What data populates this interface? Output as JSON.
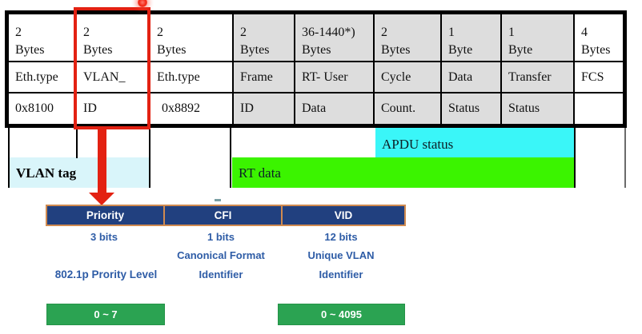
{
  "palette": {
    "table_shading_gray": "#dddddd",
    "highlight_red": "#e32112",
    "apdu_band_cyan": "#3af6f8",
    "rt_band_green": "#3bf400",
    "vlan_band_pale_cyan": "#d9f5fa",
    "detail_header_navy": "#21407f",
    "detail_header_border_orange": "#d08a4f",
    "range_badge_green": "#2ba352",
    "detail_label_blue": "#2e5ca6"
  },
  "frame_table": {
    "columns": [
      {
        "amount": "2",
        "unit": "Bytes",
        "field": "Eth.type",
        "value": "0x8100"
      },
      {
        "amount": "2",
        "unit": "Bytes",
        "field": "VLAN_",
        "value": "ID"
      },
      {
        "amount": "2",
        "unit": "Bytes",
        "field": "Eth.type",
        "value": "0x8892"
      },
      {
        "amount": "2",
        "unit": "Bytes",
        "field": "Frame",
        "value": "ID"
      },
      {
        "amount": "36-1440*)",
        "unit": "Bytes",
        "field": "RT- User",
        "value": "Data"
      },
      {
        "amount": "2",
        "unit": "Bytes",
        "field": "Cycle",
        "value": "Count."
      },
      {
        "amount": "1",
        "unit": "Byte",
        "field": "Data",
        "value": "Status"
      },
      {
        "amount": "1",
        "unit": "Byte",
        "field": "Transfer",
        "value": "Status"
      },
      {
        "amount": "4",
        "unit": "Bytes",
        "field": "FCS",
        "value": ""
      }
    ]
  },
  "bands": {
    "apdu_label": "APDU status",
    "rt_label": "RT data",
    "vlan_label": "VLAN tag"
  },
  "vlan_detail": {
    "fields": [
      {
        "name": "Priority",
        "bits": "3 bits",
        "desc_line1": "",
        "desc_line2": "802.1p Prority Level",
        "range": "0 ~ 7"
      },
      {
        "name": "CFI",
        "bits": "1 bits",
        "desc_line1": "Canonical Format",
        "desc_line2": "Identifier",
        "range": ""
      },
      {
        "name": "VID",
        "bits": "12 bits",
        "desc_line1": "Unique VLAN",
        "desc_line2": "Identifier",
        "range": "0 ~ 4095"
      }
    ]
  }
}
